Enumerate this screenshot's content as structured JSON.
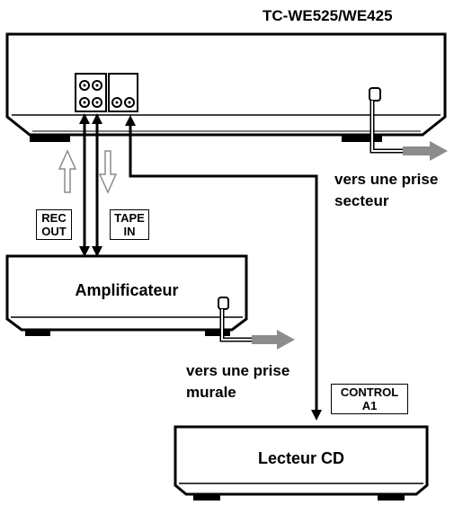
{
  "devices": {
    "deck": {
      "model": "TC-WE525/WE425"
    },
    "amplifier": {
      "label": "Amplificateur"
    },
    "cd_player": {
      "label": "Lecteur CD"
    }
  },
  "jacks": {
    "rec_out": [
      "REC",
      "OUT"
    ],
    "tape_in": [
      "TAPE",
      "IN"
    ],
    "control": [
      "CONTROL",
      "A1"
    ]
  },
  "outlets": {
    "deck": [
      "vers une prise",
      "secteur"
    ],
    "amplifier": [
      "vers une prise",
      "murale"
    ]
  },
  "colors": {
    "line": "#000000",
    "arrow_outline": "#9a9a9a",
    "plug_arrow": "#8c8c8c"
  }
}
